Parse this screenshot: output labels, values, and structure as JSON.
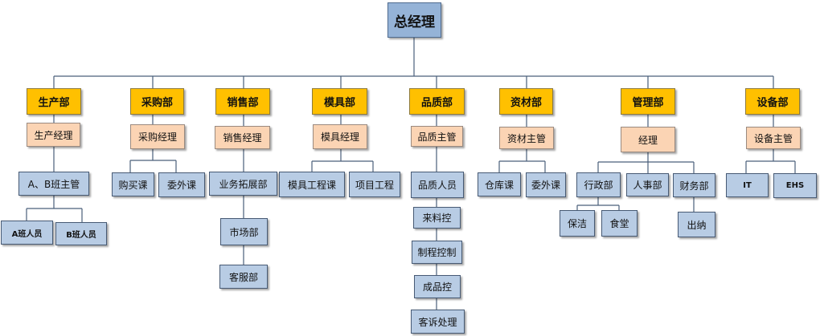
{
  "root": "总经理",
  "departments": {
    "production": "生产部",
    "purchasing": "采购部",
    "sales": "销售部",
    "mold": "模具部",
    "quality": "品质部",
    "materials": "资材部",
    "management": "管理部",
    "equipment": "设备部"
  },
  "managers": {
    "production": "生产经理",
    "purchasing": "采购经理",
    "sales": "销售经理",
    "mold": "模具经理",
    "quality": "品质主管",
    "materials": "资材主管",
    "management": "经理",
    "equipment": "设备主管"
  },
  "units": {
    "ab_supervisor": "A、B班主管",
    "a_staff": "A班人员",
    "b_staff": "B班人员",
    "buying": "购买课",
    "outsourcing_purchase": "委外课",
    "business_dev": "业务拓展部",
    "market": "市场部",
    "customer_service": "客服部",
    "mold_eng": "模具工程课",
    "project_eng": "项目工程",
    "qc_staff": "品质人员",
    "incoming": "来料控",
    "process": "制程控制",
    "finished": "成品控",
    "complaints": "客诉处理",
    "warehouse": "仓库课",
    "outsourcing_mat": "委外课",
    "admin": "行政部",
    "hr": "人事部",
    "finance": "财务部",
    "cleaning": "保洁",
    "canteen": "食堂",
    "cashier": "出纳",
    "it": "IT",
    "ehs": "EHS"
  }
}
